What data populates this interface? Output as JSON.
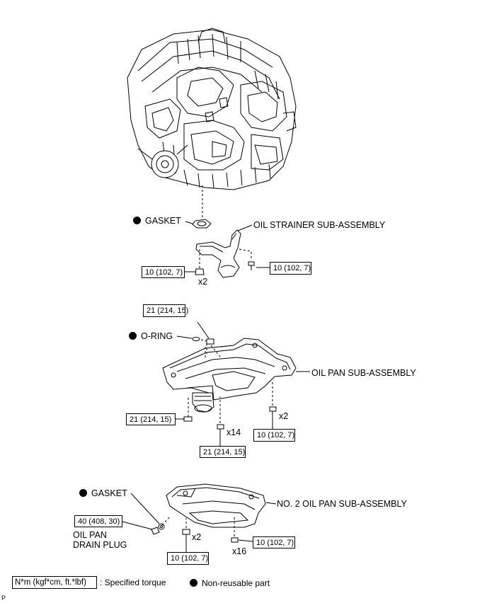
{
  "labels": {
    "gasket_top": "GASKET",
    "oil_strainer": "OIL STRAINER SUB-ASSEMBLY",
    "o_ring": "O-RING",
    "oil_pan": "OIL PAN SUB-ASSEMBLY",
    "gasket_bottom": "GASKET",
    "no2_oil_pan": "NO. 2 OIL PAN SUB-ASSEMBLY",
    "drain_plug_line1": "OIL PAN",
    "drain_plug_line2": "DRAIN PLUG"
  },
  "torques": {
    "strainer_left": "10 (102, 7)",
    "strainer_right": "10 (102, 7)",
    "oil_pan_top": "21 (214, 15)",
    "oil_pan_left": "21 (214, 15)",
    "oil_pan_right": "10 (102, 7)",
    "oil_pan_bottom": "21 (214, 15)",
    "drain_plug": "40 (408, 30)",
    "no2_pan_left": "10 (102, 7)",
    "no2_pan_right": "10 (102, 7)"
  },
  "quantities": {
    "strainer_bolts": "x2",
    "oil_pan_right": "x2",
    "oil_pan_bottom": "x14",
    "no2_pan_left": "x2",
    "no2_pan_right": "x16"
  },
  "legend": {
    "unit_box": "N*m (kgf*cm, ft.*lbf)",
    "unit_text": ": Specified torque",
    "nonreusable_text": "Non-reusable part"
  },
  "corner_mark": "P"
}
